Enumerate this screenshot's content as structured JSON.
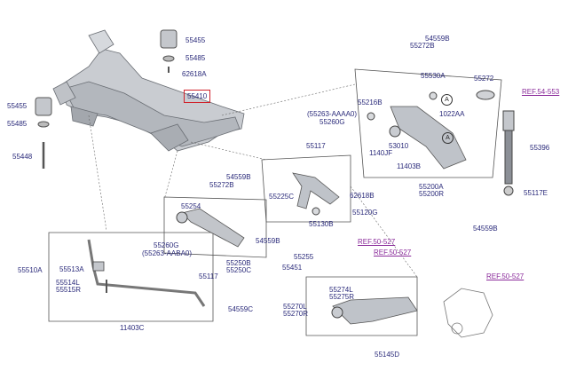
{
  "highlight_label": "55410",
  "circle_marker": "A",
  "refs": {
    "ref_54553": "REF.54-553",
    "ref_50527_a": "REF.50-527",
    "ref_50527_b": "REF.50-527",
    "ref_50527_c": "REF.50-527"
  },
  "labels": {
    "p55455_top": "55455",
    "p55485_top": "55485",
    "p62618A": "62618A",
    "p55455_left": "55455",
    "p55485_left": "55485",
    "p55448": "55448",
    "p54559B_a": "54559B",
    "p55272B_a": "55272B",
    "p55530A": "55530A",
    "p55272": "55272",
    "p55216B": "55216B",
    "p55263_aaaa0": "(55263-AAAA0)",
    "p55260G_a": "55260G",
    "p1022AA": "1022AA",
    "p53010": "53010",
    "p1140JF": "1140JF",
    "p11403B": "11403B",
    "p55396": "55396",
    "p55117_a": "55117",
    "p55200A": "55200A",
    "p55200R": "55200R",
    "p55117E": "55117E",
    "p54559B_b": "54559B",
    "p55272B_b": "55272B",
    "p55225C": "55225C",
    "p62618B": "62618B",
    "p55120G": "55120G",
    "p55130B": "55130B",
    "p54559B_r": "54559B",
    "p55254": "55254",
    "p55260G_b": "55260G",
    "p55263_aaba0": "(55263-AABA0)",
    "p54559B_c": "54559B",
    "p55255": "55255",
    "p55250B": "55250B",
    "p55250C": "55250C",
    "p55451": "55451",
    "p55117_b": "55117",
    "p55510A": "55510A",
    "p55513A": "55513A",
    "p55514L": "55514L",
    "p55515R": "55515R",
    "p55274L": "55274L",
    "p55275R": "55275R",
    "p55270L": "55270L",
    "p55270R": "55270R",
    "p54559C": "54559C",
    "p11403C": "11403C",
    "p55145D": "55145D"
  }
}
